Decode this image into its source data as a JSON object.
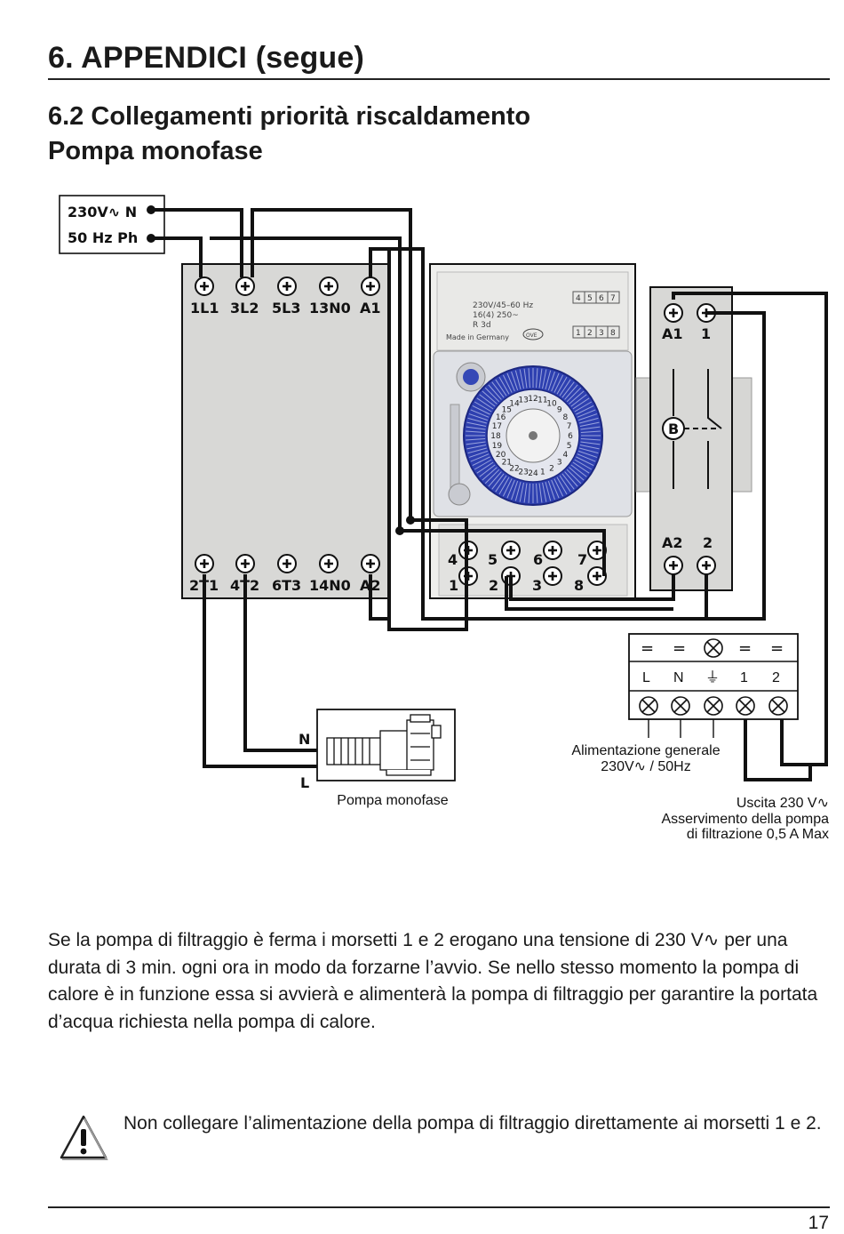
{
  "header": {
    "section_title": "6. APPENDICI (segue)",
    "subsection_line1": "6.2 Collegamenti priorità riscaldamento",
    "subsection_line2": "Pompa monofase"
  },
  "diagram": {
    "supply_label_1": "230V∿ N",
    "supply_label_2": "50 Hz Ph",
    "contactor_top_terminals": [
      "1L1",
      "3L2",
      "5L3",
      "13N0",
      "A1"
    ],
    "contactor_bottom_terminals": [
      "2T1",
      "4T2",
      "6T3",
      "14N0",
      "A2"
    ],
    "timer_rating_lines": [
      "230V/45–60 Hz",
      "16(4) 250~",
      "R 3d"
    ],
    "timer_made_in": "Made in Germany",
    "timer_brand": "OVE",
    "timer_top_boxes": [
      "4",
      "5",
      "6",
      "7"
    ],
    "timer_bottom_boxes": [
      "1",
      "2",
      "3",
      "8"
    ],
    "timer_dial_numbers": [
      "1",
      "2",
      "3",
      "4",
      "5",
      "6",
      "7",
      "8",
      "9",
      "10",
      "11",
      "12",
      "13",
      "14",
      "15",
      "16",
      "17",
      "18",
      "19",
      "20",
      "21",
      "22",
      "23",
      "24"
    ],
    "timer_terminal_top": [
      "4",
      "5",
      "6",
      "7"
    ],
    "timer_terminal_bottom": [
      "1",
      "2",
      "3",
      "8"
    ],
    "relay_top_terminals": [
      "A1",
      "1"
    ],
    "relay_coil_label": "B",
    "relay_bottom_terminals": [
      "A2",
      "2"
    ],
    "terminal_block_labels": [
      "L",
      "N",
      "⏚",
      "1",
      "2"
    ],
    "supply_caption_line1": "Alimentazione generale",
    "supply_caption_line2": "230V∿ / 50Hz",
    "pump_terminal_n": "N",
    "pump_terminal_l": "L",
    "pump_caption": "Pompa monofase",
    "output_caption_line1": "Uscita 230 V∿",
    "output_caption_line2": "Asservimento della pompa",
    "output_caption_line3": "di filtrazione 0,5 A Max"
  },
  "body": {
    "paragraph": "Se la pompa di filtraggio è ferma i morsetti 1 e 2 erogano una tensione di 230 V∿ per una durata di 3 min. ogni ora in modo da forzarne l’avvio. Se nello stesso momento la pompa di calore è in funzione essa si avvierà e alimenterà la pompa di filtraggio per garantire la portata d’acqua richiesta nella pompa di calore."
  },
  "warning": {
    "icon": "warning-triangle-icon",
    "text": "Non collegare l’alimentazione della pompa di filtraggio direttamente ai morsetti 1 e 2."
  },
  "footer": {
    "page_number": "17"
  }
}
